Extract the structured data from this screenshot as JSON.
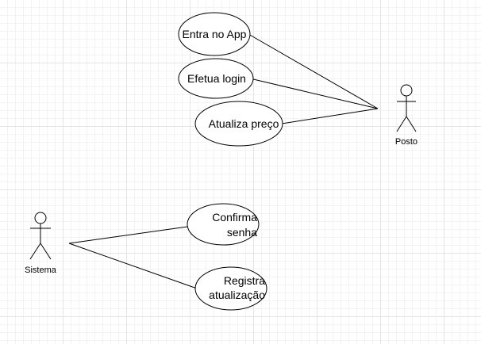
{
  "colors": {
    "stroke": "#000000",
    "fill": "#ffffff",
    "grid": "#e4e4e4"
  },
  "actors": {
    "posto": "Posto",
    "sistema": "Sistema"
  },
  "use_cases": {
    "entra_no_app": "Entra no App",
    "efetua_login": "Efetua login",
    "atualiza_preco": "Atualiza preço",
    "confirma_senha_line1": "Confirma",
    "confirma_senha_line2": "senha",
    "registra_atualizacao_line1": "Registra",
    "registra_atualizacao_line2": "atualização"
  }
}
